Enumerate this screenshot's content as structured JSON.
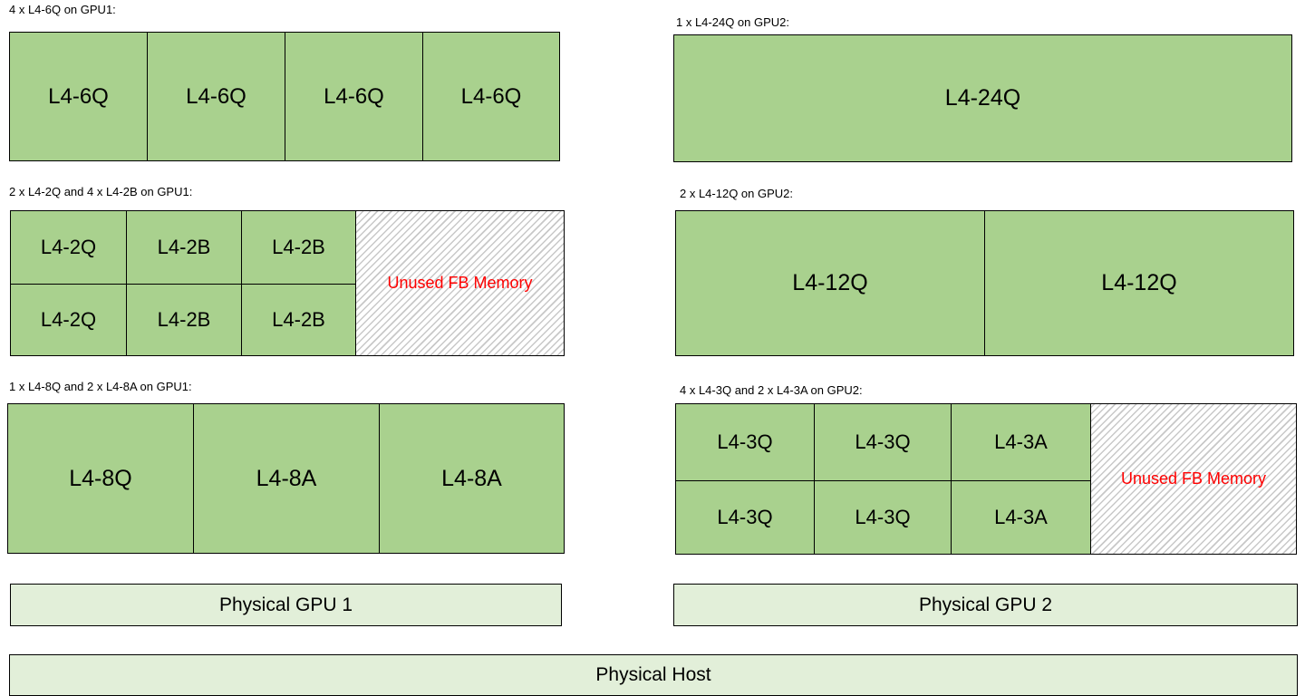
{
  "gpu1": {
    "config1": {
      "caption": "4 x L4-6Q on GPU1:",
      "cells": [
        "L4-6Q",
        "L4-6Q",
        "L4-6Q",
        "L4-6Q"
      ]
    },
    "config2": {
      "caption": "2 x L4-2Q and 4 x L4-2B on GPU1:",
      "top": [
        "L4-2Q",
        "L4-2B",
        "L4-2B"
      ],
      "bottom": [
        "L4-2Q",
        "L4-2B",
        "L4-2B"
      ],
      "unused": "Unused FB Memory"
    },
    "config3": {
      "caption": "1 x L4-8Q and 2 x L4-8A on GPU1:",
      "cells": [
        "L4-8Q",
        "L4-8A",
        "L4-8A"
      ]
    },
    "label": "Physical GPU 1"
  },
  "gpu2": {
    "config1": {
      "caption": "1 x L4-24Q on GPU2:",
      "cells": [
        "L4-24Q"
      ]
    },
    "config2": {
      "caption": "2 x L4-12Q on GPU2:",
      "cells": [
        "L4-12Q",
        "L4-12Q"
      ]
    },
    "config3": {
      "caption": "4 x L4-3Q and 2 x L4-3A on GPU2:",
      "top": [
        "L4-3Q",
        "L4-3Q",
        "L4-3A"
      ],
      "bottom": [
        "L4-3Q",
        "L4-3Q",
        "L4-3A"
      ],
      "unused": "Unused FB Memory"
    },
    "label": "Physical GPU 2"
  },
  "host": {
    "label": "Physical Host"
  },
  "colors": {
    "vgpu_fill": "#a9d18e",
    "physical_fill": "#e2efd9",
    "unused_text": "#ff0000",
    "border": "#000000"
  }
}
